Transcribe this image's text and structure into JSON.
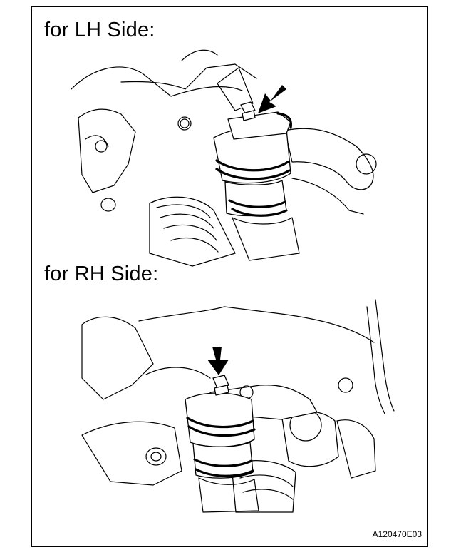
{
  "labels": {
    "lh": "for LH Side:",
    "rh": "for RH Side:"
  },
  "figure_code": "A120470E03",
  "colors": {
    "ink": "#000000",
    "paper": "#ffffff"
  },
  "icons": {
    "arrow": "pointer-arrow-icon"
  }
}
